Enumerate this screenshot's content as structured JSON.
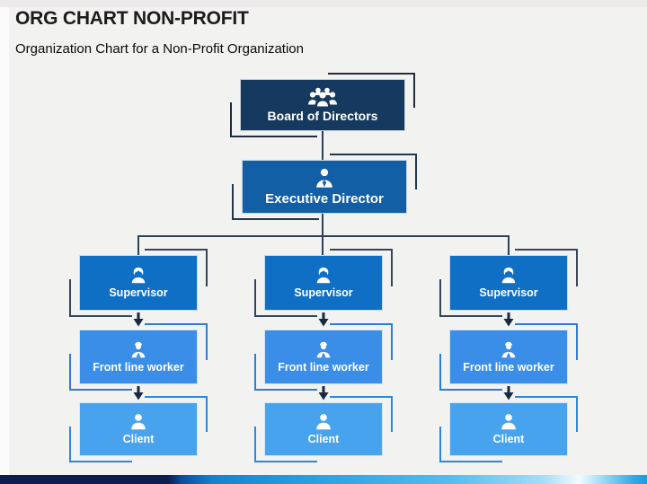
{
  "slide": {
    "title": "ORG CHART NON-PROFIT",
    "subtitle": "Organization Chart for a Non-Profit Organization"
  },
  "org": {
    "board": {
      "label": "Board of Directors",
      "color": "#15395f",
      "icon": "committee-icon"
    },
    "executive": {
      "label": "Executive Director",
      "color": "#135fa5",
      "icon": "businessman-icon"
    },
    "branches": [
      {
        "nodes": [
          {
            "label": "Supervisor",
            "color": "#0f6fc5",
            "icon": "female-person-icon"
          },
          {
            "label": "Front line worker",
            "color": "#3b8ee8",
            "icon": "worker-person-icon"
          },
          {
            "label": "Client",
            "color": "#48a3ee",
            "icon": "person-icon"
          }
        ]
      },
      {
        "nodes": [
          {
            "label": "Supervisor",
            "color": "#0f6fc5",
            "icon": "female-person-icon"
          },
          {
            "label": "Front line worker",
            "color": "#3b8ee8",
            "icon": "worker-person-icon"
          },
          {
            "label": "Client",
            "color": "#48a3ee",
            "icon": "person-icon"
          }
        ]
      },
      {
        "nodes": [
          {
            "label": "Supervisor",
            "color": "#0f6fc5",
            "icon": "female-person-icon"
          },
          {
            "label": "Front line worker",
            "color": "#3b8ee8",
            "icon": "worker-person-icon"
          },
          {
            "label": "Client",
            "color": "#48a3ee",
            "icon": "person-icon"
          }
        ]
      }
    ],
    "connector_color": "#2f4156",
    "arrow_color": "#16293f"
  },
  "footer": {
    "bar_colors": [
      "#0d1d4d",
      "#27a0e2",
      "#f2fbff",
      "#1e9bdd"
    ]
  }
}
